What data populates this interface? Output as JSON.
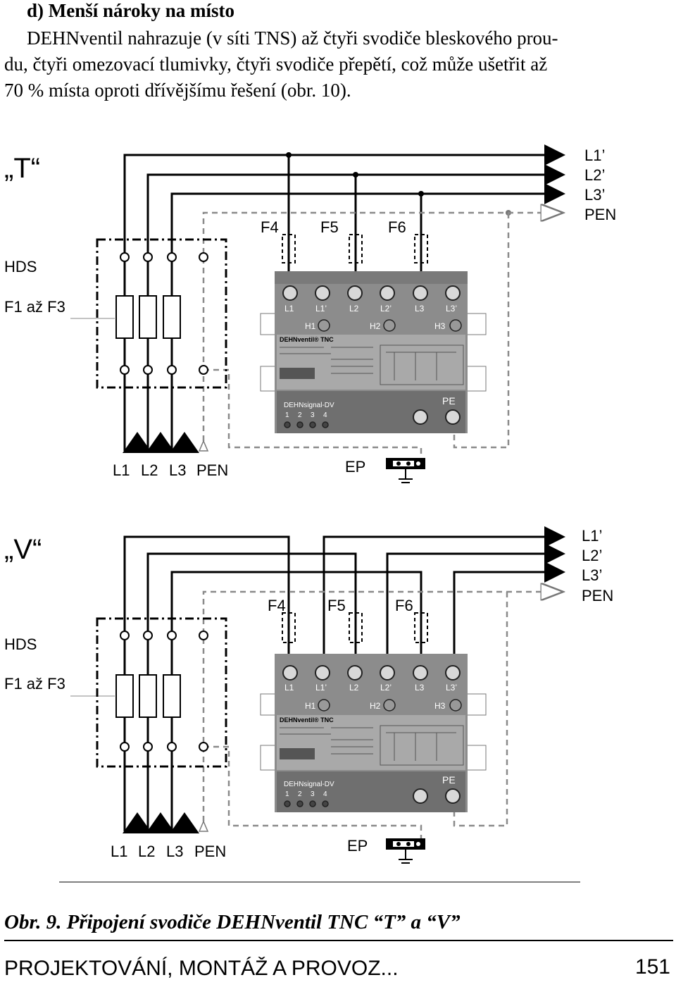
{
  "section": {
    "heading": "d) Menší nároky na místo",
    "paragraph_lines": [
      "DEHNventil nahrazuje (v síti TNS) až čtyři svodiče bleskového prou-",
      "du, čtyři omezovací tlumivky, čtyři svodiče přepětí, což může ušetřit až",
      "70 % místa oproti dřívějšímu řešení (obr. 10)."
    ]
  },
  "diagrams": [
    {
      "variant_label": "„T“",
      "hds_label": "HDS",
      "fuse_label": "F1 až F3",
      "inner_fuse_labels": [
        "F4",
        "F5",
        "F6"
      ],
      "output_labels": [
        "L1’",
        "L2’",
        "L3’",
        "PEN"
      ],
      "input_labels": [
        "L1",
        "L2",
        "L3",
        "PEN"
      ],
      "ep_label": "EP",
      "device": {
        "terminals": [
          "L1",
          "L1’",
          "L2",
          "L2’",
          "L3",
          "L3’"
        ],
        "indicators": [
          "H1",
          "H2",
          "H3"
        ],
        "name": "DEHNventil® TNC",
        "signal": "DEHNsignal-DV",
        "signal_contacts": [
          "1",
          "2",
          "3",
          "4"
        ],
        "pe_label": "PE"
      }
    },
    {
      "variant_label": "„V“",
      "hds_label": "HDS",
      "fuse_label": "F1 až F3",
      "inner_fuse_labels": [
        "F4",
        "F5",
        "F6"
      ],
      "output_labels": [
        "L1’",
        "L2’",
        "L3’",
        "PEN"
      ],
      "input_labels": [
        "L1",
        "L2",
        "L3",
        "PEN"
      ],
      "ep_label": "EP",
      "device": {
        "terminals": [
          "L1",
          "L1’",
          "L2",
          "L2’",
          "L3",
          "L3’"
        ],
        "indicators": [
          "H1",
          "H2",
          "H3"
        ],
        "name": "DEHNventil® TNC",
        "signal": "DEHNsignal-DV",
        "signal_contacts": [
          "1",
          "2",
          "3",
          "4"
        ],
        "pe_label": "PE"
      }
    }
  ],
  "caption": "Obr. 9. Připojení svodiče DEHNventil TNC “T” a “V”",
  "footer": {
    "title": "PROJEKTOVÁNÍ, MONTÁŽ A PROVOZ...",
    "page_number": "151"
  },
  "colors": {
    "device_body": "#8c8c8c",
    "device_face": "#a9a9a9",
    "device_dark": "#6a6a6a",
    "wire": "#000000",
    "pen_dashed": "#8a8a8a"
  }
}
